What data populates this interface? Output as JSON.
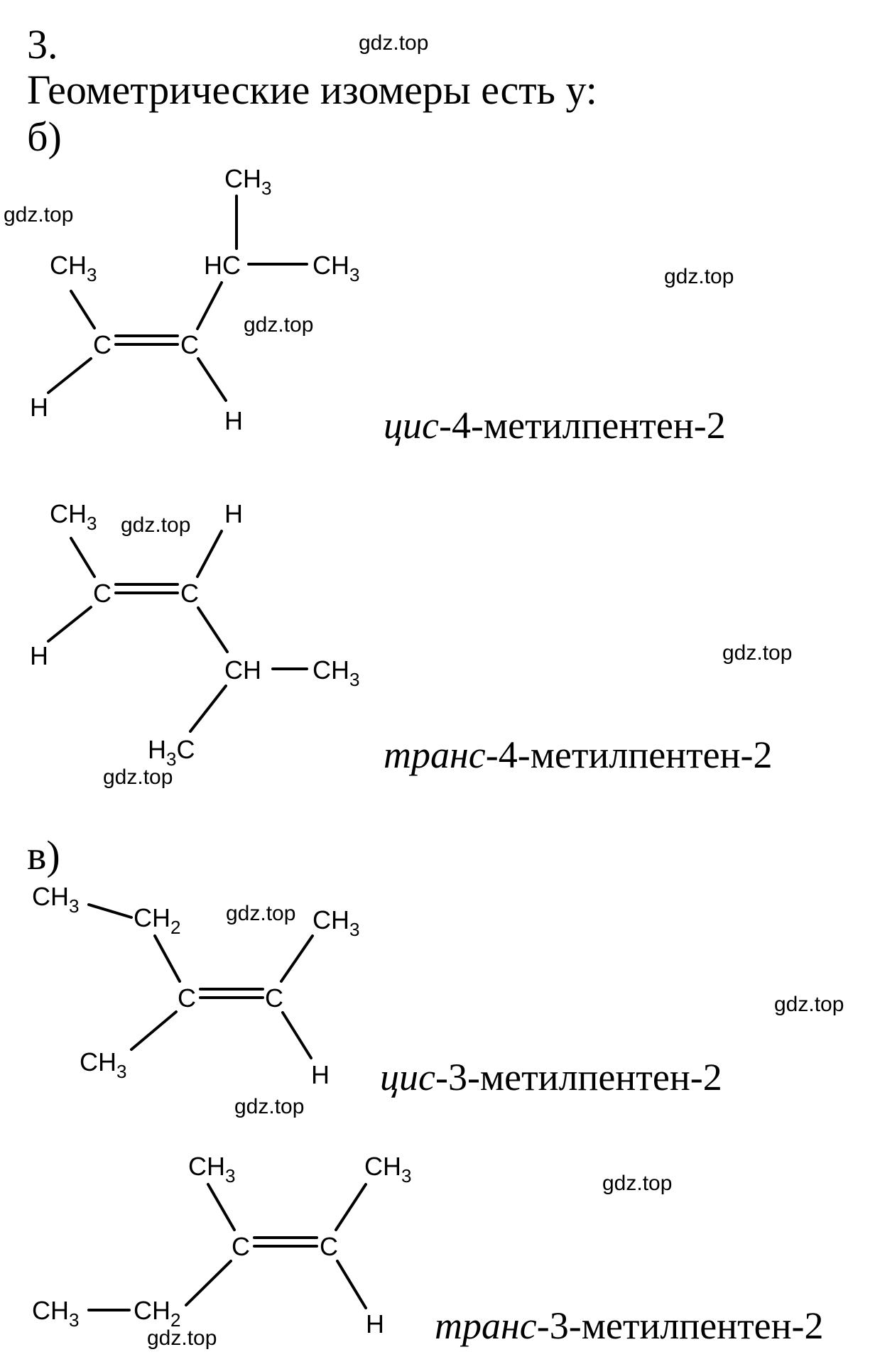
{
  "problem": {
    "number": "3.",
    "question": "Геометрические изомеры есть у:",
    "part_b_label": "б)",
    "part_v_label": "в)"
  },
  "names": {
    "n1_prefix": "цис",
    "n1_rest": "-4-метилпентен-2",
    "n2_prefix": "транс",
    "n2_rest": "-4-метилпентен-2",
    "n3_prefix": "цис",
    "n3_rest": "-3-метилпентен-2",
    "n4_prefix": "транс",
    "n4_rest": "-3-метилпентен-2"
  },
  "watermark": "gdz.top",
  "atoms": {
    "C": "C",
    "H": "H",
    "HC": "HC",
    "CH": "CH",
    "CH3_base": "CH",
    "CH2_base": "CH",
    "H3C_tail": "C",
    "sub3": "3",
    "sub2": "2"
  }
}
